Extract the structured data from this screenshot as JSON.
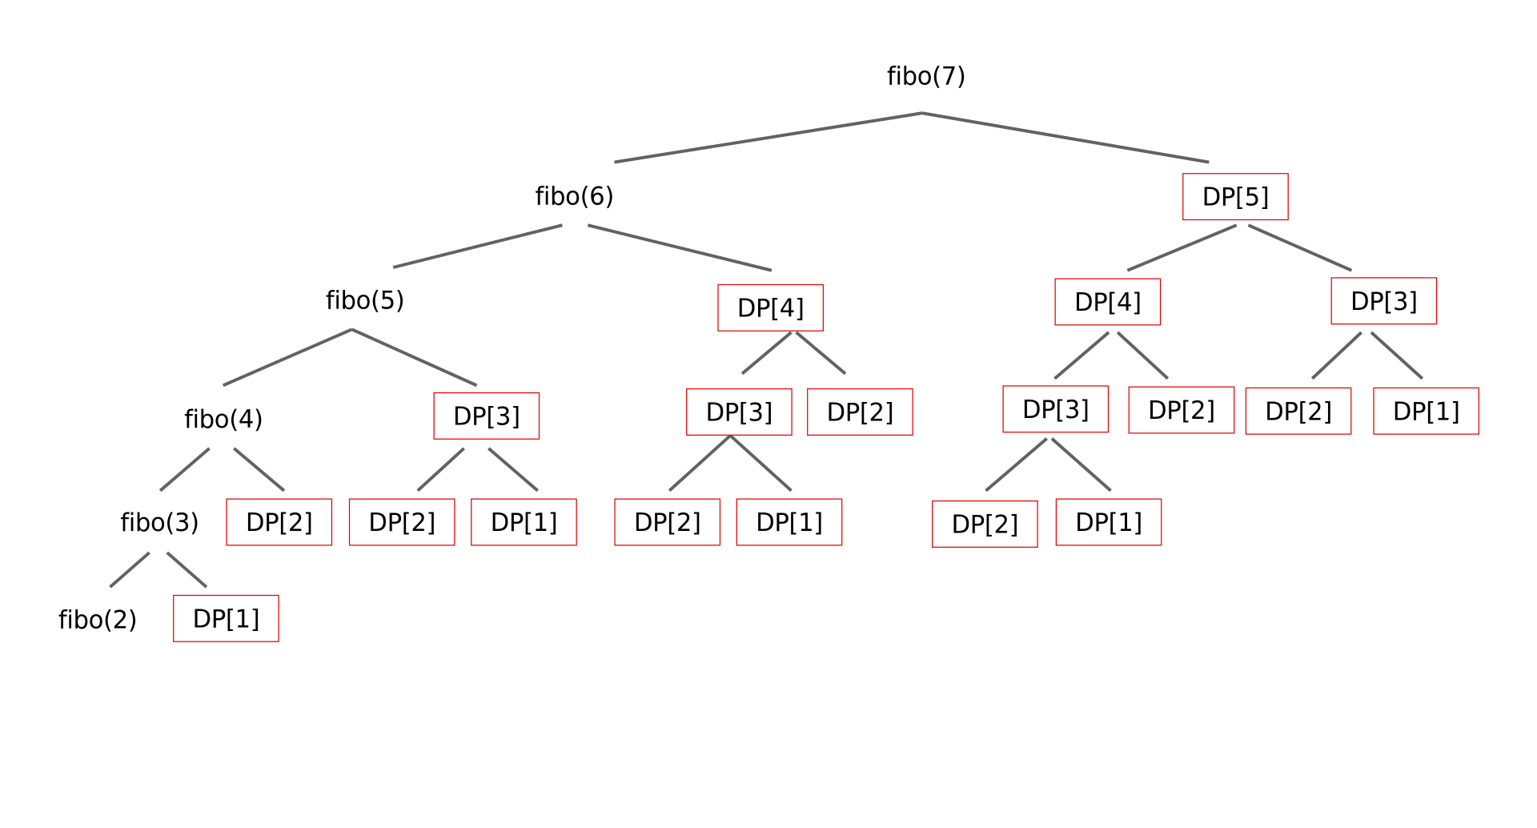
{
  "tree": {
    "root": "fibo(7)",
    "computed_nodes": [
      "fibo(6)",
      "fibo(5)",
      "fibo(4)",
      "fibo(3)",
      "fibo(2)"
    ],
    "memo_nodes": [
      "DP[5]",
      "DP[4]",
      "DP[3]",
      "DP[2]",
      "DP[1]"
    ]
  },
  "nodes": {
    "fibo7": "fibo(7)",
    "fibo6": "fibo(6)",
    "fibo5": "fibo(5)",
    "fibo4": "fibo(4)",
    "fibo3": "fibo(3)",
    "fibo2": "fibo(2)",
    "dp5_a": "DP[5]",
    "dp4_a": "DP[4]",
    "dp4_b": "DP[4]",
    "dp3_a": "DP[3]",
    "dp3_b": "DP[3]",
    "dp3_c": "DP[3]",
    "dp3_d": "DP[3]",
    "dp2_a": "DP[2]",
    "dp2_b": "DP[2]",
    "dp2_c": "DP[2]",
    "dp2_d": "DP[2]",
    "dp2_e": "DP[2]",
    "dp2_f": "DP[2]",
    "dp2_g": "DP[2]",
    "dp1_a": "DP[1]",
    "dp1_b": "DP[1]",
    "dp1_c": "DP[1]",
    "dp1_d": "DP[1]",
    "dp1_e": "DP[1]"
  },
  "colors": {
    "edge": "#626262",
    "memo_border": "#e00000",
    "text": "#000000"
  }
}
